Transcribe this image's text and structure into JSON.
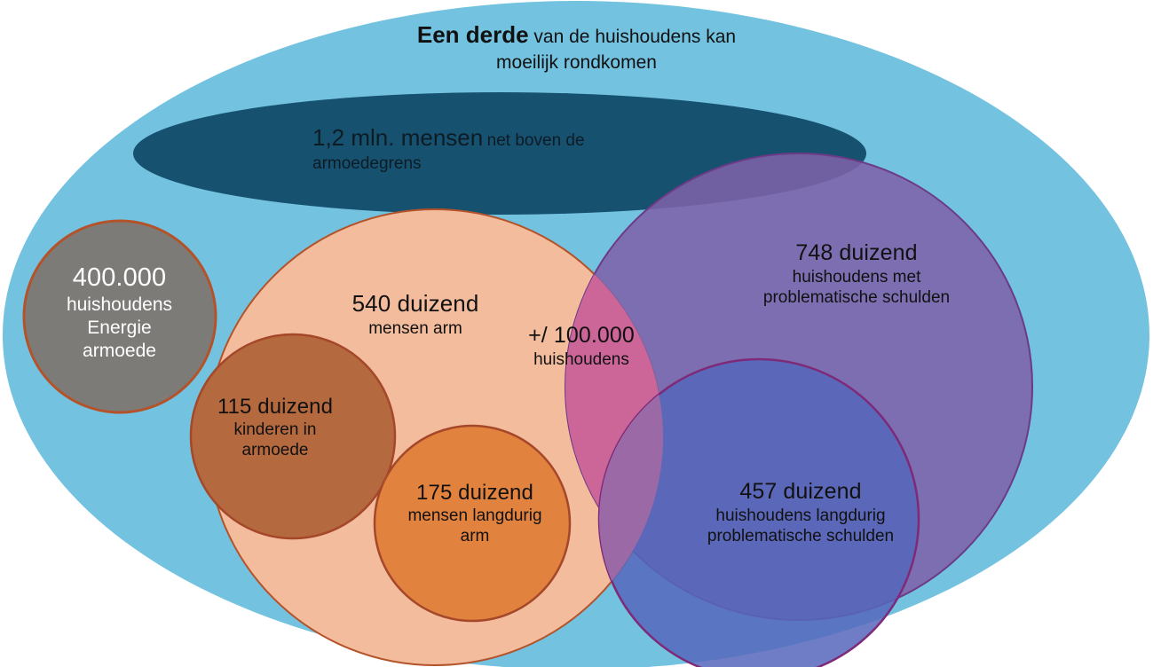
{
  "diagram": {
    "type": "venn",
    "title_emphasis": "Een derde",
    "title_rest": " van de huishoudens kan",
    "title_line2": "moeilijk rondkomen",
    "colors": {
      "background": "#ffffff",
      "outer_ellipse": "#72c2e0",
      "near_poverty_ellipse": "#175170",
      "energy_circle_fill": "#7c7b78",
      "energy_circle_stroke": "#b4532a",
      "poverty_circle_fill": "#f3bc9d",
      "poverty_circle_stroke": "#b4532a",
      "children_circle_fill": "#b5693f",
      "children_circle_stroke": "#a5482a",
      "longterm_poverty_circle_fill": "#e2823f",
      "longterm_poverty_circle_stroke": "#a5482a",
      "debt_circle_fill": "#7d62a9",
      "debt_circle_stroke": "#6c3a86",
      "longterm_debt_circle_fill": "#5668bc",
      "longterm_debt_circle_stroke": "#7e2a78",
      "overlap_pink": "#cc6699",
      "text_dark": "#111111",
      "text_light": "#ffffff"
    },
    "sets": [
      {
        "id": "outer",
        "name": "huishoudens-moeilijk-rondkomen",
        "value_text": "Een derde",
        "description": "van de huishoudens kan moeilijk rondkomen",
        "shape": "ellipse",
        "color": "#72c2e0"
      },
      {
        "id": "near-poverty",
        "name": "net-boven-armoedegrens",
        "value_text": "1,2 mln. mensen",
        "description_line1": "net boven de",
        "description_line2": "armoedegrens",
        "shape": "ellipse",
        "color": "#175170"
      },
      {
        "id": "energy-poverty",
        "name": "energiearmoede",
        "value_text": "400.000",
        "description_line1": "huishoudens",
        "description_line2": "Energie",
        "description_line3": "armoede",
        "shape": "circle",
        "color": "#7c7b78"
      },
      {
        "id": "poverty",
        "name": "mensen-arm",
        "value_text": "540 duizend",
        "description_line1": "mensen arm",
        "shape": "circle",
        "color": "#f3bc9d"
      },
      {
        "id": "children-poverty",
        "name": "kinderen-in-armoede",
        "value_text": "115 duizend",
        "description_line1": "kinderen in",
        "description_line2": "armoede",
        "shape": "circle",
        "color": "#b5693f"
      },
      {
        "id": "longterm-poverty",
        "name": "mensen-langdurig-arm",
        "value_text": "175 duizend",
        "description_line1": "mensen langdurig",
        "description_line2": "arm",
        "shape": "circle",
        "color": "#e2823f"
      },
      {
        "id": "poverty-debt-overlap",
        "name": "armoede-en-schulden-overlap",
        "value_text": "+/ 100.000",
        "description_line1": "huishoudens",
        "shape": "lens",
        "color": "#cc6699"
      },
      {
        "id": "problem-debt",
        "name": "problematische-schulden",
        "value_text": "748 duizend",
        "description_line1": "huishoudens met",
        "description_line2": "problematische schulden",
        "shape": "circle",
        "color": "#7d62a9"
      },
      {
        "id": "longterm-debt",
        "name": "langdurig-problematische-schulden",
        "value_text": "457 duizend",
        "description_line1": "huishoudens langdurig",
        "description_line2": "problematische schulden",
        "shape": "circle",
        "color": "#5668bc"
      }
    ]
  }
}
